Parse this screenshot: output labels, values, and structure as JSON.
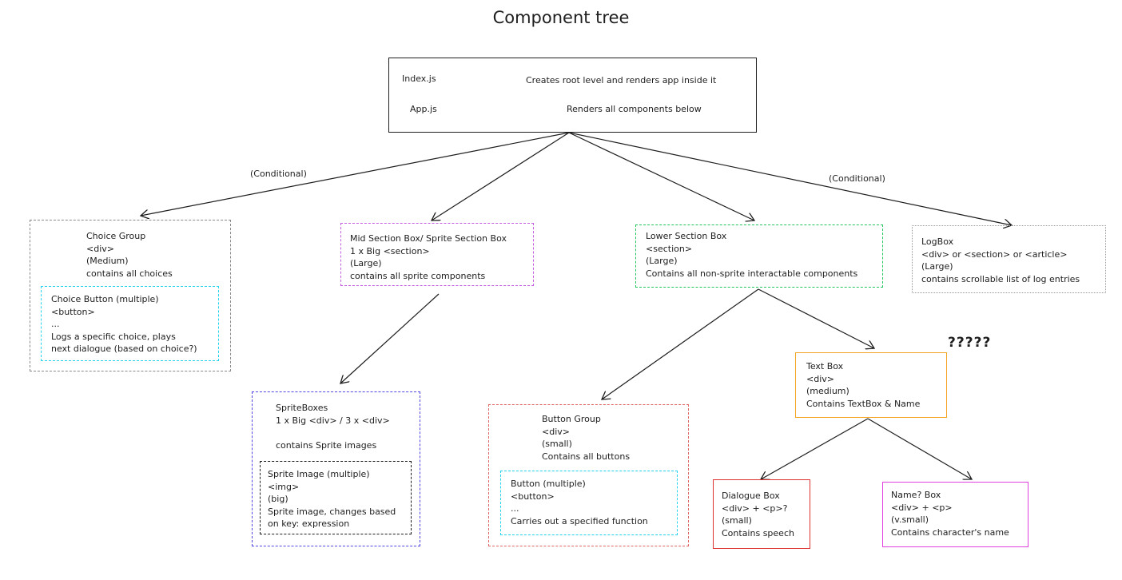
{
  "title": "Component tree",
  "root": {
    "rows": [
      {
        "file": "Index.js",
        "desc": "Creates root level and renders app inside it"
      },
      {
        "file": "App.js",
        "desc": "Renders all components below"
      }
    ]
  },
  "edge_labels": {
    "left": "(Conditional)",
    "right": "(Conditional)"
  },
  "nodes": {
    "choice_group": {
      "lines": [
        "Choice Group",
        "<div>",
        "(Medium)",
        "contains all choices"
      ],
      "color": "#888888"
    },
    "choice_button": {
      "lines": [
        "Choice Button (multiple)",
        "<button>",
        "...",
        "Logs a specific choice, plays",
        "next dialogue (based on choice?)"
      ],
      "color": "#22d3ee"
    },
    "mid_section": {
      "lines": [
        "Mid Section Box/ Sprite Section Box",
        "1 x Big <section>",
        "(Large)",
        "contains all sprite components"
      ],
      "color": "#c45ce0"
    },
    "sprite_boxes": {
      "lines": [
        "SpriteBoxes",
        "1 x Big <div> / 3 x <div>",
        "",
        "contains Sprite images"
      ],
      "color": "#4f46e5"
    },
    "sprite_image": {
      "lines": [
        "Sprite Image (multiple)",
        "<img>",
        "(big)",
        "Sprite image, changes based",
        "on key: expression"
      ],
      "color": "#1e1e1e"
    },
    "lower_section": {
      "lines": [
        "Lower Section Box",
        "<section>",
        "(Large)",
        "Contains all non-sprite interactable components"
      ],
      "color": "#22c55e"
    },
    "button_group": {
      "lines": [
        "Button Group",
        "<div>",
        "(small)",
        "Contains all buttons"
      ],
      "color": "#e06666"
    },
    "button": {
      "lines": [
        "Button (multiple)",
        "<button>",
        "...",
        "Carries out a specified function"
      ],
      "color": "#22d3ee"
    },
    "text_box": {
      "lines": [
        "Text Box",
        "<div>",
        "(medium)",
        "Contains TextBox & Name"
      ],
      "color": "#f5a524"
    },
    "dialogue_box": {
      "lines": [
        "Dialogue Box",
        "<div> + <p>?",
        "(small)",
        "Contains speech"
      ],
      "color": "#e03131"
    },
    "name_box": {
      "lines": [
        "Name? Box",
        "<div> + <p>",
        "(v.small)",
        "Contains character's name"
      ],
      "color": "#e040e0"
    },
    "log_box": {
      "lines": [
        "LogBox",
        "<div> or <section> or <article>",
        "(Large)",
        "contains scrollable list of log entries"
      ],
      "color": "#999999"
    }
  },
  "question_marks": "?????"
}
